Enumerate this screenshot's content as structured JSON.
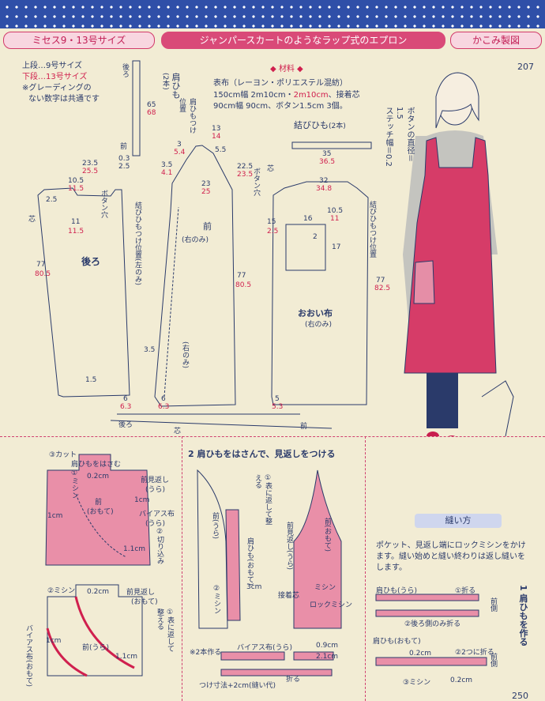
{
  "header": {
    "left": "ミセス9・13号サイズ",
    "middle": "ジャンパースカートのようなラップ式のエプロン",
    "right": "かこみ製図"
  },
  "page_top": "207",
  "page_bottom": "250",
  "legend": {
    "line1": "上段…9号サイズ",
    "line2": "下段…13号サイズ",
    "line3": "※グレーディングの",
    "line4": "ない数字は共通です"
  },
  "materials": {
    "title": "◆ 材料 ◆",
    "line1": "表布（レーヨン・ポリエステル混紡）",
    "line2a": "150cm幅 2m10cm・",
    "line2b": "2m10cm",
    "line2c": "、接着芯",
    "line3": "90cm幅 90cm、ボタン1.5cm 3個。"
  },
  "button_note": "ボタンの直径＝1.5",
  "stitch_note": "ステッチ幅＝0.2",
  "pieces": {
    "shoulder_strap": "肩ひも",
    "shoulder_strap_count": "(2本)",
    "strap_pos": "肩ひもつけ位置",
    "ushiro_lbl": "後ろ",
    "mae_lbl": "前",
    "front_right": "(右のみ)",
    "front_right2": "(右のみ)",
    "back": "後ろ",
    "tie": "結びひも",
    "tie_count": "(2本)",
    "tie_pos_left": "結びひもつけ位置(左のみ)",
    "tie_pos_right": "結びひもつけ位置",
    "button_hole": "ボタン穴",
    "cover": "おおい布",
    "cover_right": "(右のみ)",
    "interfacing": "芯",
    "interfacing2": "芯"
  },
  "dims": {
    "d65": "65",
    "d68": "68",
    "d3": "3",
    "d5_4": "5.4",
    "d3_5": "3.5",
    "d4_1": "4.1",
    "d13": "13",
    "d14": "14",
    "d5_5": "5.5",
    "d22_5": "22.5",
    "d23_5": "23.5",
    "d23": "23",
    "d25": "25",
    "d23_5b": "23.5",
    "d25_5": "25.5",
    "d10_5": "10.5",
    "d11_5": "11.5",
    "d2_5": "2.5",
    "d11": "11",
    "d11_5b": "11.5",
    "d77": "77",
    "d80_5": "80.5",
    "d32": "32",
    "d34_8": "34.8",
    "d35": "35",
    "d36_5": "36.5",
    "d15": "15",
    "d2_5b": "2.5",
    "d16": "16",
    "d2": "2",
    "d17": "17",
    "d10_5b": "10.5",
    "d11b": "11",
    "d77b": "77",
    "d80_5b": "80.5",
    "d77c": "77",
    "d82_5": "82.5",
    "d1_5": "1.5",
    "d6": "6",
    "d6_3": "6.3",
    "d5": "5",
    "d5_3": "5.3",
    "d3_5b": "3.5",
    "d0_3": "0.3",
    "d2_5c": "2.5",
    "d6b": "6",
    "d6_3b": "6.3"
  },
  "step1": {
    "cut": "③カット",
    "pinch": "肩ひもをはさむ",
    "sewing": "①ミシン",
    "d02": "0.2cm",
    "front_facing": "前見返し",
    "ura": "(うら)",
    "d1cm": "1cm",
    "bias": "バイアス布",
    "bias_ura": "(うら)",
    "mae_omote": "前",
    "omote": "(おもて)",
    "cut_in": "②切り込み",
    "d1cm2": "1cm",
    "d1_1": "1.1cm"
  },
  "step1b": {
    "sewing2": "②ミシン",
    "d02b": "0.2cm",
    "front_facing2": "前見返し",
    "omote2": "(おもて)",
    "fold_back": "①表に返して整える",
    "bias2": "バイアス布(おもて)",
    "d1cm3": "1cm",
    "mae_ura": "前(うら)",
    "d1_1b": "1.1cm"
  },
  "step2": {
    "title": "2 肩ひもをはさんで、見返しをつける",
    "fold_back": "①表に返して整える",
    "mae_ura": "前(うら)",
    "strap_omote": "肩ひも(おもて)",
    "facing_ura": "前見返し(うら)",
    "sewing": "②ミシン",
    "d3cm": "3cm",
    "interface": "接着芯",
    "mae_omote": "前(おもて)",
    "sew2": "ミシン",
    "overlock": "ロックミシン",
    "note": "※2本作る",
    "bias_ura": "バイアス布(うら)",
    "d09": "0.9cm",
    "d21": "2.1cm",
    "fold": "折る",
    "attach": "つけ寸法+2cm(縫い代)"
  },
  "howto": {
    "title": "縫い方",
    "desc": "ポケット、見返し端にロックミシンをかけます。縫い始めと縫い終わりは返し縫いをします。",
    "strap_ura": "肩ひも(うら)",
    "fold1": "①折る",
    "fold_back2": "②後ろ側のみ折る",
    "front_side": "前側",
    "strap_omote": "肩ひも(おもて)",
    "fold_half": "②2つに折る",
    "d02a": "0.2cm",
    "sew": "③ミシン",
    "d02c": "0.2cm",
    "front_side2": "前側",
    "step_title": "1 肩ひもを作る"
  },
  "colors": {
    "accent_red": "#d0204e",
    "line_blue": "#2a3a6a",
    "pink_fill": "#e98fa8",
    "bg": "#f2ecd4"
  }
}
